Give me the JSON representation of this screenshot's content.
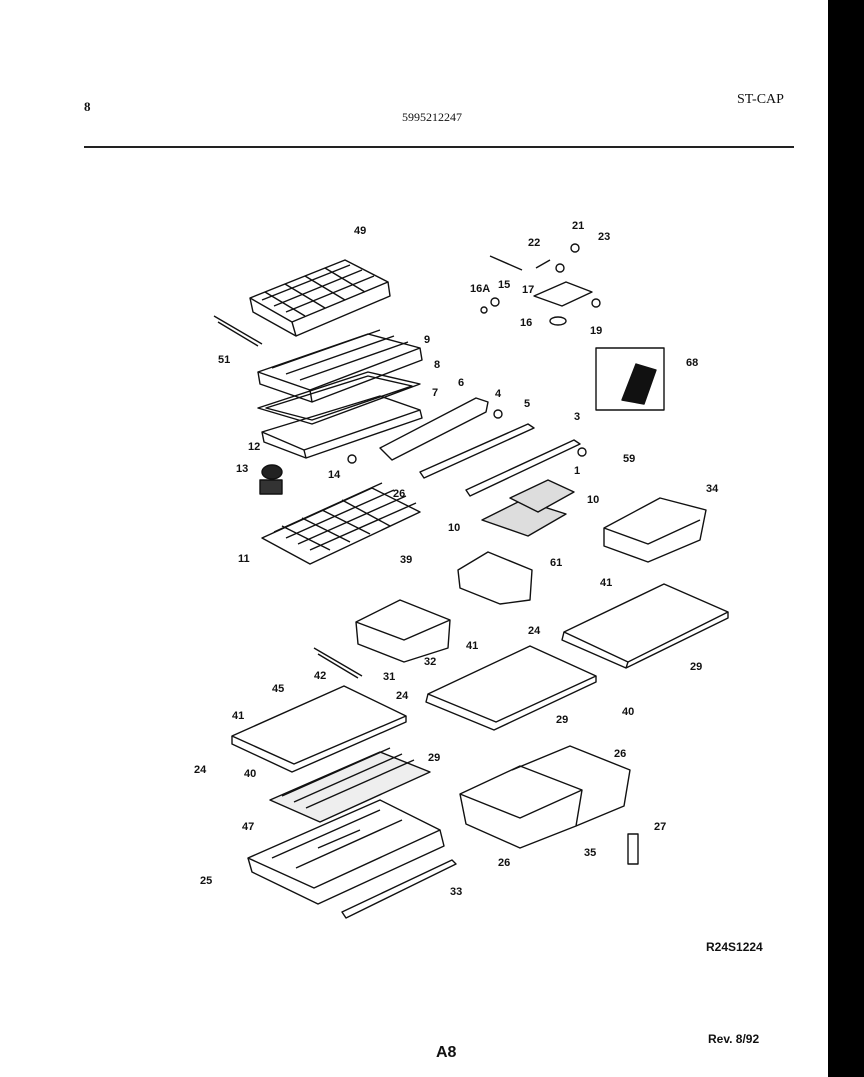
{
  "header": {
    "page_number": "8",
    "model_number": "5995212247",
    "section_code": "ST-CAP"
  },
  "diagram": {
    "part_labels": [
      "49",
      "22",
      "21",
      "23",
      "16A",
      "15",
      "17",
      "16",
      "19",
      "51",
      "9",
      "8",
      "7",
      "6",
      "4",
      "5",
      "68",
      "3",
      "59",
      "1",
      "12",
      "13",
      "14",
      "26",
      "10",
      "34",
      "10",
      "11",
      "39",
      "61",
      "41",
      "24",
      "29",
      "31",
      "32",
      "42",
      "45",
      "41",
      "24",
      "29",
      "40",
      "41",
      "24",
      "40",
      "29",
      "26",
      "47",
      "25",
      "33",
      "26",
      "35",
      "27"
    ]
  },
  "footer": {
    "drawing_id": "R24S1224",
    "page_code": "A8",
    "revision": "Rev. 8/92"
  }
}
